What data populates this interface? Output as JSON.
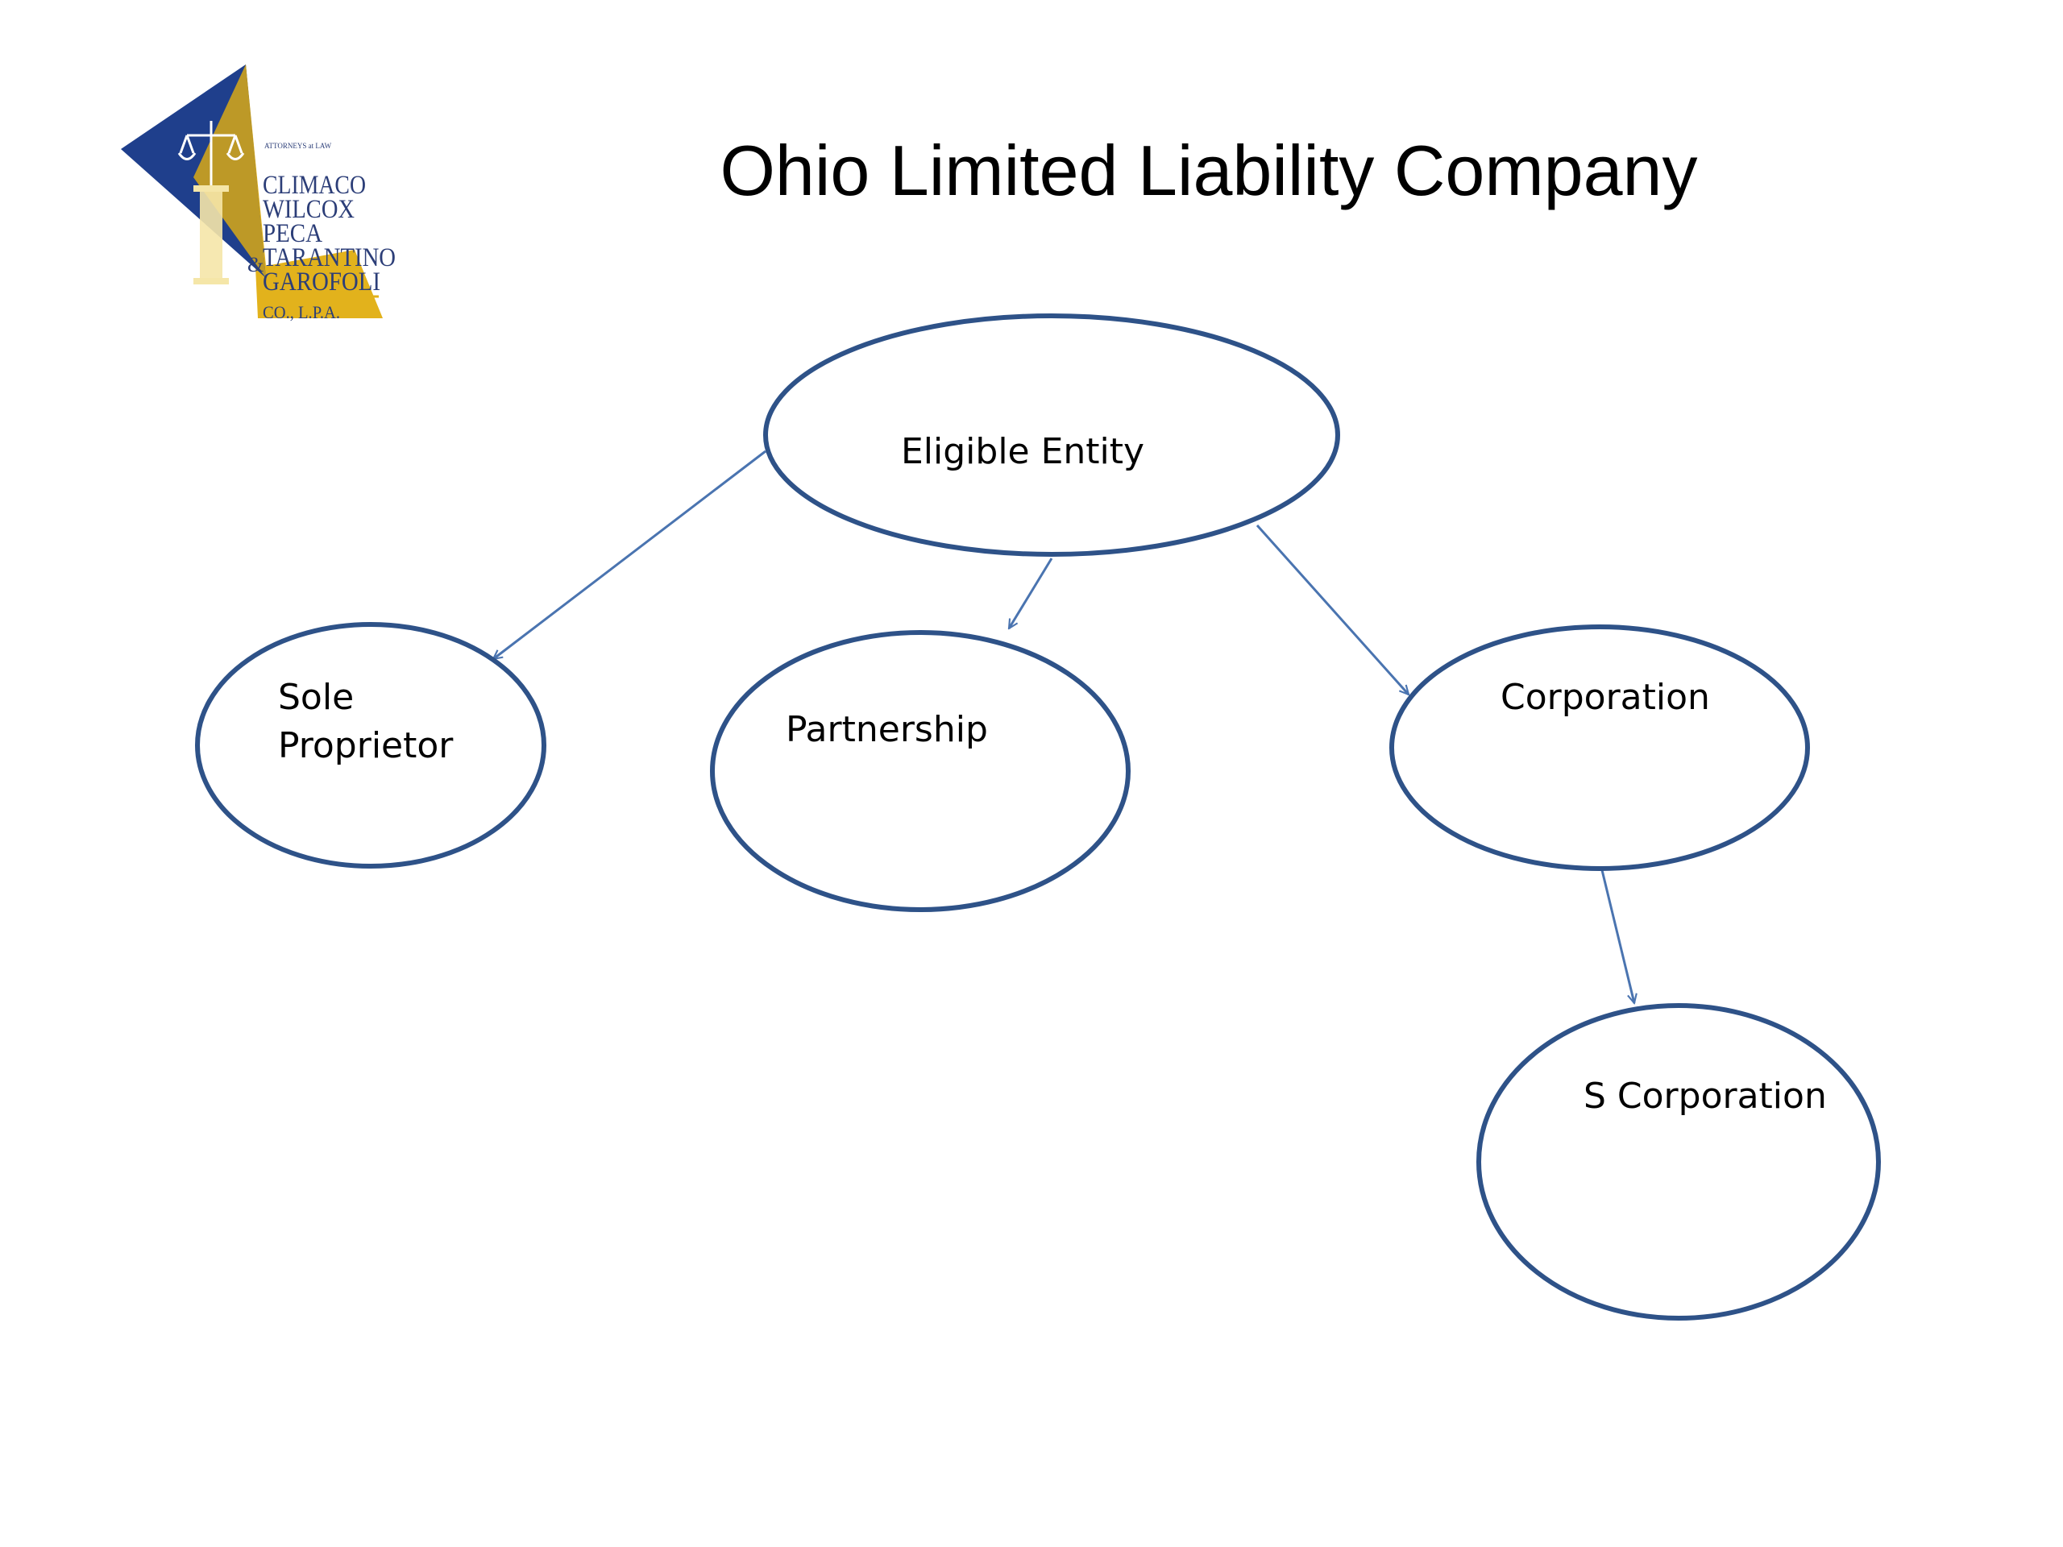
{
  "slide": {
    "title": "Ohio Limited Liability Company"
  },
  "logo": {
    "tagline": "ATTORNEYS at LAW",
    "names": [
      "CLIMACO",
      "WILCOX",
      "PECA",
      "TARANTINO",
      "GAROFOLI"
    ],
    "ampersand": "&",
    "suffix": "CO., L.P.A."
  },
  "colors": {
    "node_stroke": "#2e5288",
    "edge_stroke": "#4a74b0",
    "logo_blue": "#1f3f8c",
    "logo_gold": "#e2b21c"
  },
  "diagram": {
    "nodes": [
      {
        "id": "eligible",
        "label_lines": [
          "Eligible Entity"
        ]
      },
      {
        "id": "sole",
        "label_lines": [
          "Sole",
          "Proprietor"
        ]
      },
      {
        "id": "partnership",
        "label_lines": [
          "Partnership"
        ]
      },
      {
        "id": "corporation",
        "label_lines": [
          "Corporation"
        ]
      },
      {
        "id": "scorp",
        "label_lines": [
          "S Corporation"
        ]
      }
    ],
    "edges": [
      {
        "from": "eligible",
        "to": "sole"
      },
      {
        "from": "eligible",
        "to": "partnership"
      },
      {
        "from": "eligible",
        "to": "corporation"
      },
      {
        "from": "corporation",
        "to": "scorp"
      }
    ]
  }
}
